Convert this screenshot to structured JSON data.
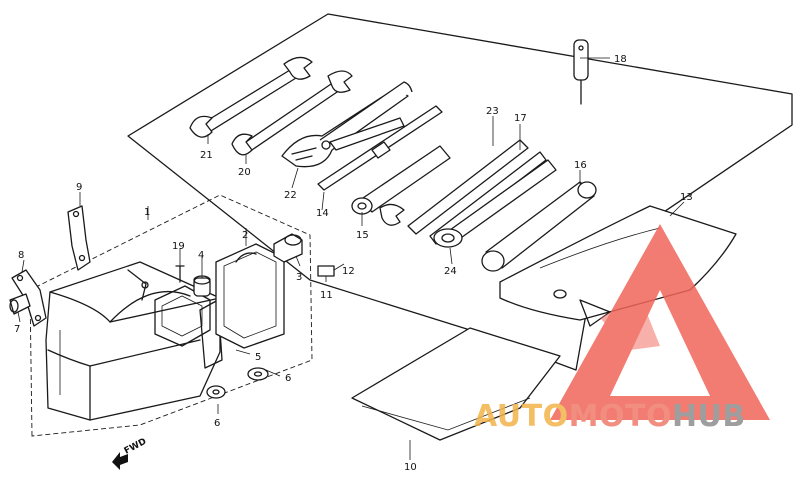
{
  "diagram": {
    "callouts": [
      {
        "key": "c1",
        "label": "1"
      },
      {
        "key": "c2",
        "label": "2"
      },
      {
        "key": "c3",
        "label": "3"
      },
      {
        "key": "c4",
        "label": "4"
      },
      {
        "key": "c5",
        "label": "5"
      },
      {
        "key": "c6a",
        "label": "6"
      },
      {
        "key": "c6b",
        "label": "6"
      },
      {
        "key": "c7",
        "label": "7"
      },
      {
        "key": "c8",
        "label": "8"
      },
      {
        "key": "c9",
        "label": "9"
      },
      {
        "key": "c10",
        "label": "10"
      },
      {
        "key": "c11",
        "label": "11"
      },
      {
        "key": "c12",
        "label": "12"
      },
      {
        "key": "c13",
        "label": "13"
      },
      {
        "key": "c14",
        "label": "14"
      },
      {
        "key": "c15",
        "label": "15"
      },
      {
        "key": "c16",
        "label": "16"
      },
      {
        "key": "c17",
        "label": "17"
      },
      {
        "key": "c18",
        "label": "18"
      },
      {
        "key": "c19",
        "label": "19"
      },
      {
        "key": "c20",
        "label": "20"
      },
      {
        "key": "c21",
        "label": "21"
      },
      {
        "key": "c22",
        "label": "22"
      },
      {
        "key": "c23",
        "label": "23"
      },
      {
        "key": "c24",
        "label": "24"
      }
    ],
    "direction_marker": "FWD"
  },
  "watermark": {
    "text_part1": "AUTO",
    "text_part2": "MOTO",
    "text_part3": "HUB",
    "colors": {
      "auto": "#f3b44a",
      "moto": "#ef7b6b",
      "hub": "#8e8e8e",
      "triangle": "#f0645a"
    }
  }
}
